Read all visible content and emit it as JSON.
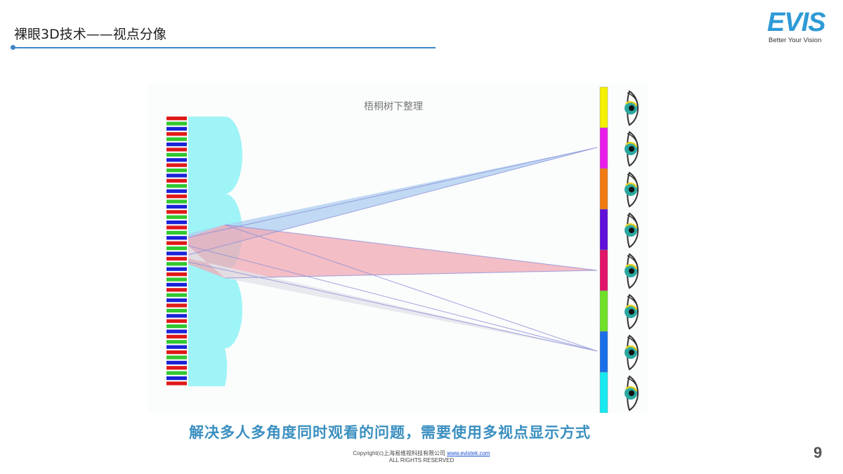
{
  "header": {
    "title": "裸眼3D技术——视点分像"
  },
  "logo": {
    "mark": "EVIS",
    "tagline": "Better Your Vision"
  },
  "diagram": {
    "watermark": "梧桐树下整理",
    "colors": {
      "lens": "#9ef4f6",
      "pixel_red": "#e01818",
      "pixel_green": "#2fc82f",
      "pixel_blue": "#1a22d8",
      "beam_blue": "#aecdf0",
      "beam_pink": "#f2a9b4",
      "beam_grey": "#e3e3ea",
      "viewzone_colors": [
        "#f5f000",
        "#e81ee8",
        "#f07a12",
        "#6010d8",
        "#e01468",
        "#6ee02a",
        "#1a6ee8",
        "#18e8f0"
      ]
    },
    "eye_icon": "eye-icon"
  },
  "caption": "解决多人多角度同时观看的问题，需要使用多视点显示方式",
  "footer": {
    "copyright": "Copyright(c)上海易维视科技有限公司",
    "link": "www.evistek.com",
    "rights": "ALL RIGHTS RESERVED"
  },
  "page_number": "9"
}
